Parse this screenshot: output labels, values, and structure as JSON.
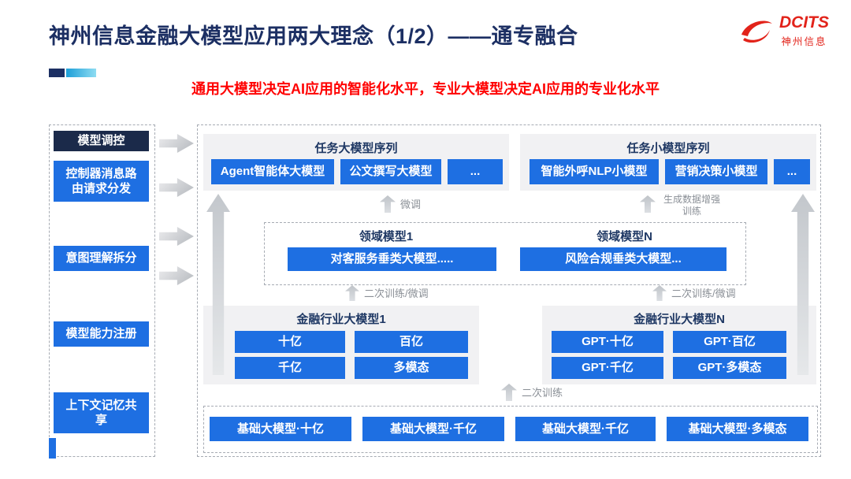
{
  "header": {
    "title": "神州信息金融大模型应用两大理念（1/2）——通专融合",
    "subtitle": "通用大模型决定AI应用的智能化水平，专业大模型决定AI应用的专业化水平",
    "logo": {
      "text": "DCITS",
      "subtext": "神州信息"
    }
  },
  "sidebar": {
    "header": "模型调控",
    "items": [
      "控制器消息路由请求分发",
      "意图理解拆分",
      "模型能力注册",
      "上下文记忆共享"
    ]
  },
  "diagram": {
    "task_large": {
      "title": "任务大模型序列",
      "items": [
        "Agent智能体大模型",
        "公文撰写大模型",
        "..."
      ]
    },
    "task_small": {
      "title": "任务小模型序列",
      "items": [
        "智能外呼NLP小模型",
        "营销决策小模型",
        "..."
      ]
    },
    "domain": {
      "left": {
        "title": "领域模型1",
        "model": "对客服务垂类大模型....."
      },
      "right": {
        "title": "领域模型N",
        "model": "风险合规垂类大模型..."
      }
    },
    "industry": {
      "left": {
        "title": "金融行业大模型1",
        "items": [
          "十亿",
          "百亿",
          "千亿",
          "多模态"
        ]
      },
      "right": {
        "title": "金融行业大模型N",
        "items": [
          "GPT·十亿",
          "GPT·百亿",
          "GPT·千亿",
          "GPT·多模态"
        ]
      }
    },
    "base": {
      "items": [
        "基础大模型·十亿",
        "基础大模型·千亿",
        "基础大模型·千亿",
        "基础大模型·多模态"
      ]
    },
    "labels": {
      "finetune": "微调",
      "gen_data_training": "生成数据增强训练",
      "retrain_finetune_left": "二次训练/微调",
      "retrain_finetune_right": "二次训练/微调",
      "retrain": "二次训练"
    }
  },
  "colors": {
    "brand_red": "#E2231A",
    "title_navy": "#1C2F63",
    "accent_blue": "#1E6FE2",
    "sidebar_dark": "#1B2A4A",
    "subtitle_red": "#FF0000",
    "panel_gray": "#F1F1F3"
  }
}
